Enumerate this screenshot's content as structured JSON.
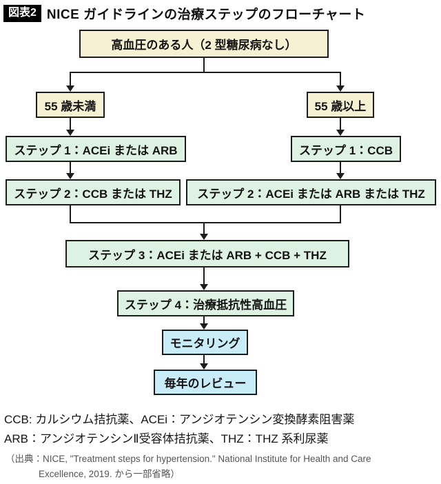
{
  "title": {
    "badge": "図表2",
    "text": "NICE ガイドラインの治療ステップのフローチャート"
  },
  "flowchart": {
    "nodes": {
      "start": {
        "label": "高血圧のある人（2 型糖尿病なし）",
        "color_name": "cream"
      },
      "under55": {
        "label": "55 歳未満",
        "color_name": "cream"
      },
      "over55": {
        "label": "55 歳以上",
        "color_name": "cream"
      },
      "step1L": {
        "label": "ステップ 1：ACEi または ARB",
        "color_name": "green"
      },
      "step1R": {
        "label": "ステップ 1：CCB",
        "color_name": "green"
      },
      "step2L": {
        "label": "ステップ 2：CCB または THZ",
        "color_name": "green"
      },
      "step2R": {
        "label": "ステップ 2：ACEi または ARB または THZ",
        "color_name": "green"
      },
      "step3": {
        "label": "ステップ 3：ACEi または ARB + CCB + THZ",
        "color_name": "green"
      },
      "step4": {
        "label": "ステップ 4：治療抵抗性高血圧",
        "color_name": "green"
      },
      "monitor": {
        "label": "モニタリング",
        "color_name": "blue"
      },
      "review": {
        "label": "毎年のレビュー",
        "color_name": "blue"
      }
    }
  },
  "footnotes": {
    "line1": "CCB: カルシウム拮抗薬、ACEi：アンジオテンシン変換酵素阻害薬",
    "line2": "ARB：アンジオテンシンⅡ受容体拮抗薬、THZ：THZ 系利尿薬"
  },
  "source": {
    "line1": "（出典：NICE, \"Treatment steps for hypertension.\" National Institute for Health and Care",
    "line2": "Excellence, 2019. から一部省略）"
  },
  "colors": {
    "condition_box": "#f6f1d3",
    "step_box": "#def2e3",
    "outcome_box": "#c9ecf9",
    "line": "#1c1c1c",
    "badge_bg": "#000000",
    "badge_text": "#ffffff",
    "source_text": "#555555"
  }
}
